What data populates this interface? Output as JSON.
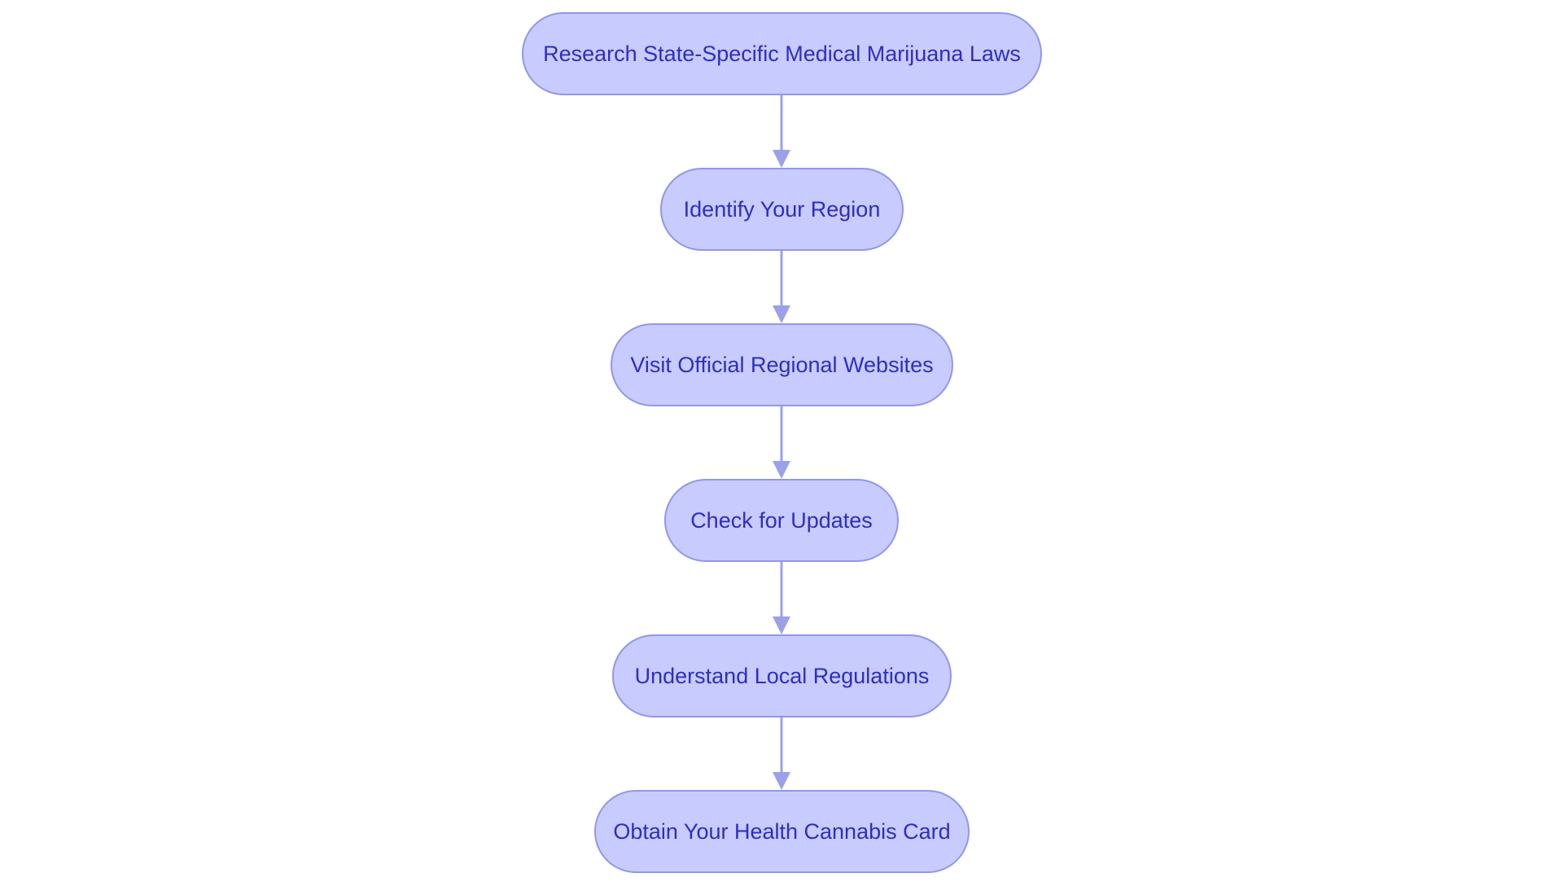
{
  "diagram": {
    "type": "flowchart",
    "direction": "top-to-bottom",
    "colors": {
      "node_fill": "#c8cbfd",
      "node_border": "#9097ec",
      "node_text": "#2d2fbf",
      "edge": "#9ba0ea",
      "background": "#ffffff"
    },
    "nodes": [
      {
        "id": "research",
        "label": "Research State-Specific Medical Marijuana Laws"
      },
      {
        "id": "identify",
        "label": "Identify Your Region"
      },
      {
        "id": "visit",
        "label": "Visit Official Regional Websites"
      },
      {
        "id": "check",
        "label": "Check for Updates"
      },
      {
        "id": "understand",
        "label": "Understand Local Regulations"
      },
      {
        "id": "obtain",
        "label": "Obtain Your Health Cannabis Card"
      }
    ],
    "edges": [
      {
        "from": "research",
        "to": "identify"
      },
      {
        "from": "identify",
        "to": "visit"
      },
      {
        "from": "visit",
        "to": "check"
      },
      {
        "from": "check",
        "to": "understand"
      },
      {
        "from": "understand",
        "to": "obtain"
      }
    ]
  }
}
